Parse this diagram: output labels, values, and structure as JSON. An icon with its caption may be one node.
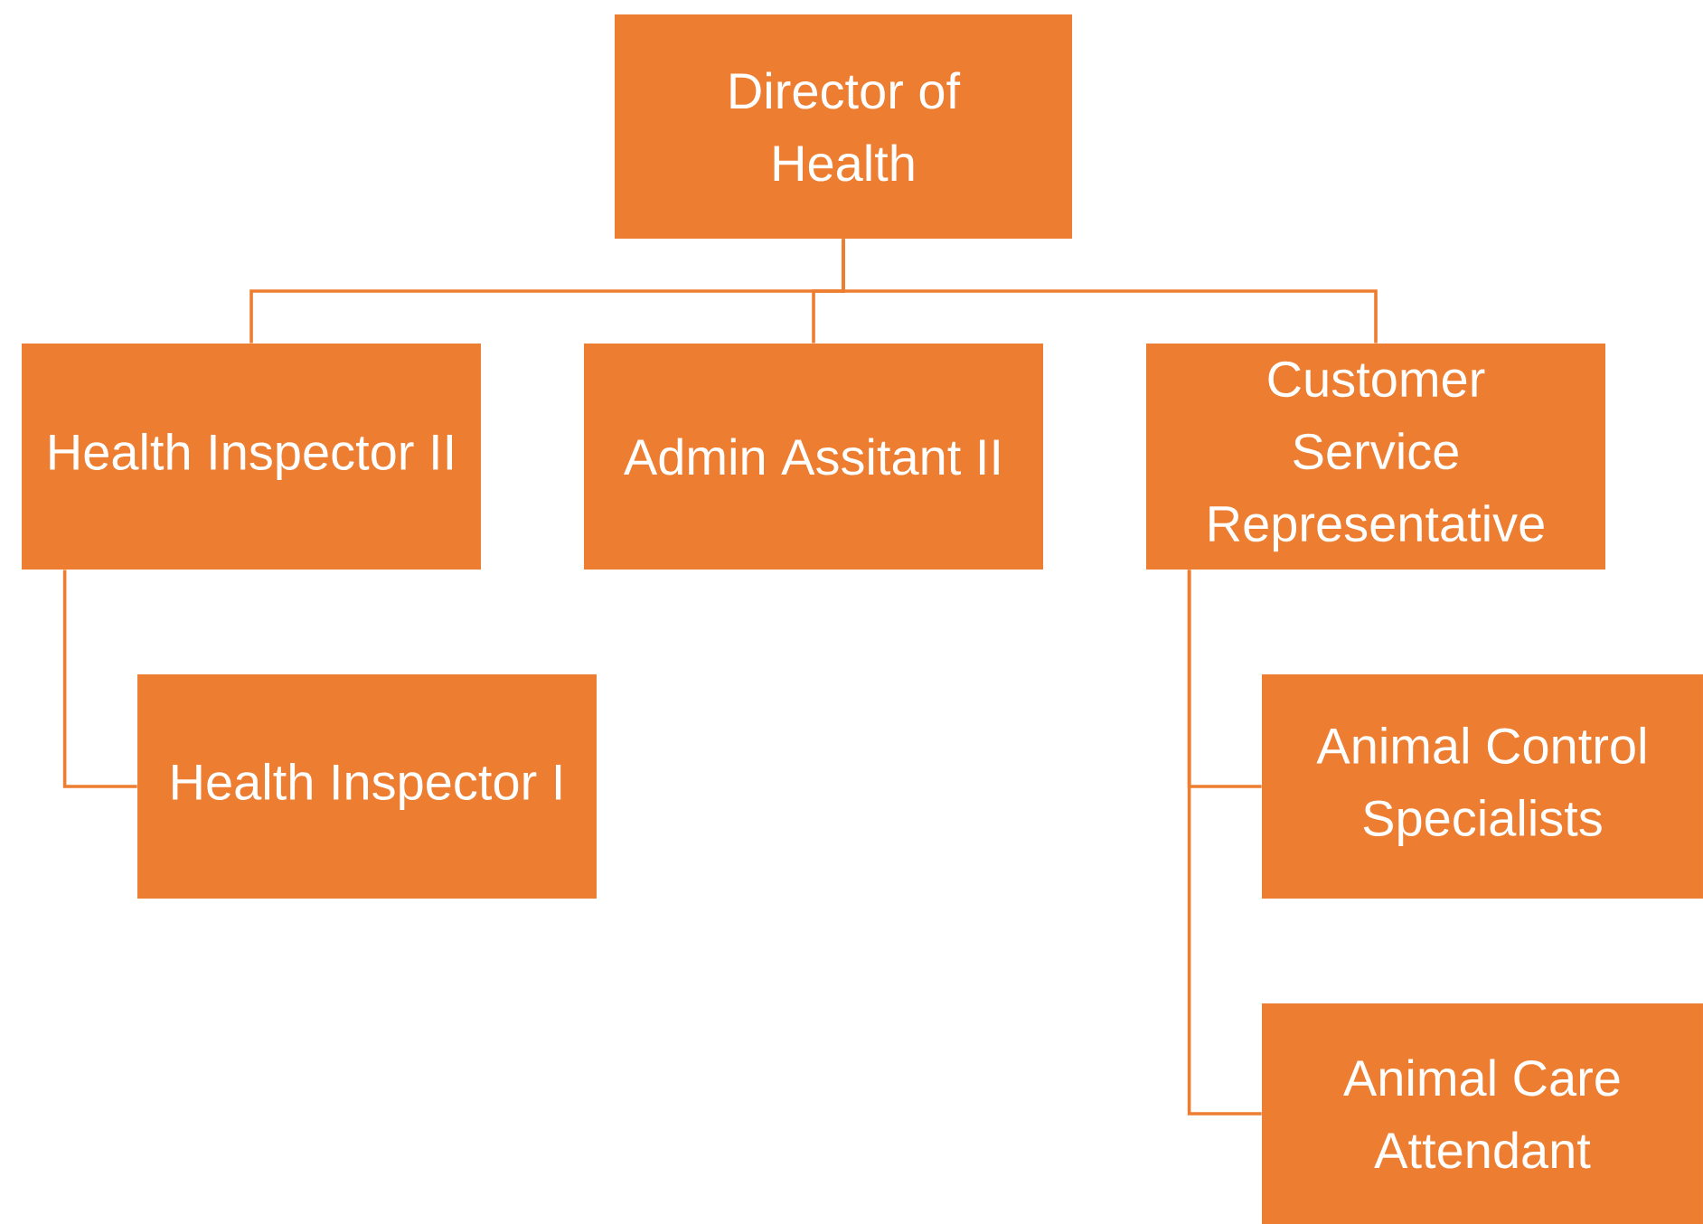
{
  "diagram": {
    "nodes": [
      {
        "text": [
          "Director of Health"
        ]
      },
      {
        "text": [
          "Health Inspector II"
        ]
      },
      {
        "text": [
          "Admin Assitant II"
        ]
      },
      {
        "text": [
          "Customer Service Representative"
        ]
      },
      {
        "text": [
          "Health Inspector I"
        ]
      },
      {
        "text": [
          "Animal Control Specialists"
        ]
      },
      {
        "text": [
          "Animal Care Attendant"
        ]
      }
    ],
    "edges": [
      {
        "from": 0,
        "to": 1,
        "arrow": "none"
      },
      {
        "from": 0,
        "to": 2,
        "arrow": "none"
      },
      {
        "from": 0,
        "to": 3,
        "arrow": "none"
      },
      {
        "from": 1,
        "to": 4,
        "arrow": "none"
      },
      {
        "from": 3,
        "to": 5,
        "arrow": "none"
      },
      {
        "from": 3,
        "to": 6,
        "arrow": "none"
      }
    ]
  }
}
